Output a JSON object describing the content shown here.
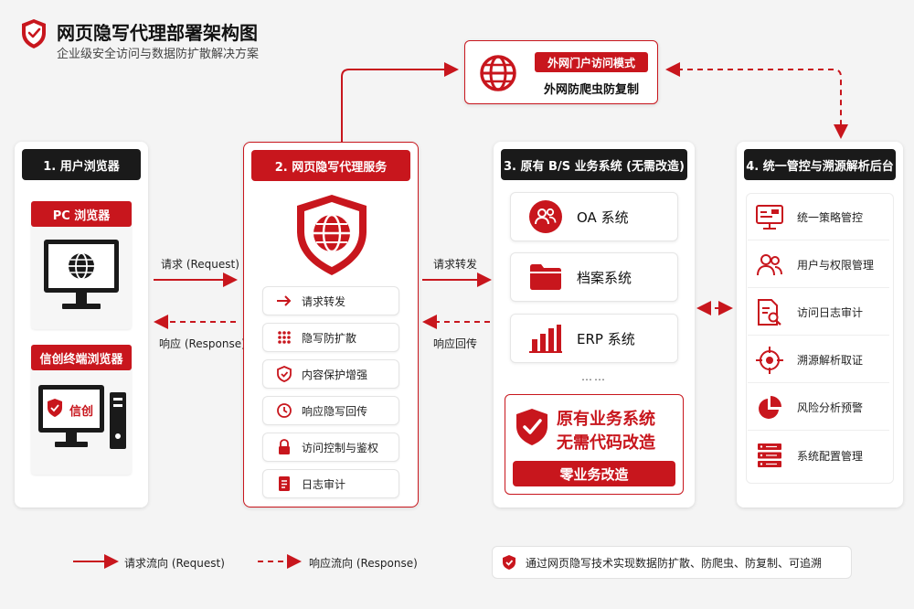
{
  "header": {
    "title": "网页隐写代理部署架构图",
    "subtitle": "企业级安全访问与数据防扩散解决方案"
  },
  "external": {
    "badge": "外网门户访问模式",
    "text": "外网防爬虫防复制"
  },
  "panel1": {
    "title": "1. 用户浏览器",
    "pc_label": "PC 浏览器",
    "xc_label": "信创终端浏览器",
    "xc_screen_text": "信创"
  },
  "panel2": {
    "title": "2. 网页隐写代理服务",
    "items": [
      {
        "label": "请求转发",
        "icon": "arrow-right-icon"
      },
      {
        "label": "隐写防扩散",
        "icon": "dots-icon"
      },
      {
        "label": "内容保护增强",
        "icon": "shield-check-icon"
      },
      {
        "label": "响应隐写回传",
        "icon": "timer-icon"
      },
      {
        "label": "访问控制与鉴权",
        "icon": "lock-icon"
      },
      {
        "label": "日志审计",
        "icon": "log-icon"
      }
    ]
  },
  "panel3": {
    "title": "3. 原有 B/S 业务系统 (无需改造)",
    "systems": [
      {
        "label": "OA 系统",
        "icon": "users-icon"
      },
      {
        "label": "档案系统",
        "icon": "folder-icon"
      },
      {
        "label": "ERP 系统",
        "icon": "bar-chart-icon"
      }
    ],
    "ellipsis": "……",
    "promo_line1": "原有业务系统",
    "promo_line2": "无需代码改造",
    "promo_button": "零业务改造"
  },
  "panel4": {
    "title": "4. 统一管控与溯源解析后台",
    "items": [
      {
        "label": "统一策略管控",
        "icon": "monitor-icon"
      },
      {
        "label": "用户与权限管理",
        "icon": "users-icon"
      },
      {
        "label": "访问日志审计",
        "icon": "doc-search-icon"
      },
      {
        "label": "溯源解析取证",
        "icon": "target-icon"
      },
      {
        "label": "风险分析预警",
        "icon": "pie-icon"
      },
      {
        "label": "系统配置管理",
        "icon": "server-icon"
      }
    ]
  },
  "arrows": {
    "req1": "请求 (Request)",
    "resp1": "响应 (Response)",
    "req2": "请求转发",
    "resp2": "响应回传"
  },
  "legend": {
    "request": "请求流向 (Request)",
    "response": "响应流向 (Response)",
    "note": "通过网页隐写技术实现数据防扩散、防爬虫、防复制、可追溯"
  },
  "colors": {
    "accent": "#c8161d",
    "dark": "#1a1a1a"
  }
}
